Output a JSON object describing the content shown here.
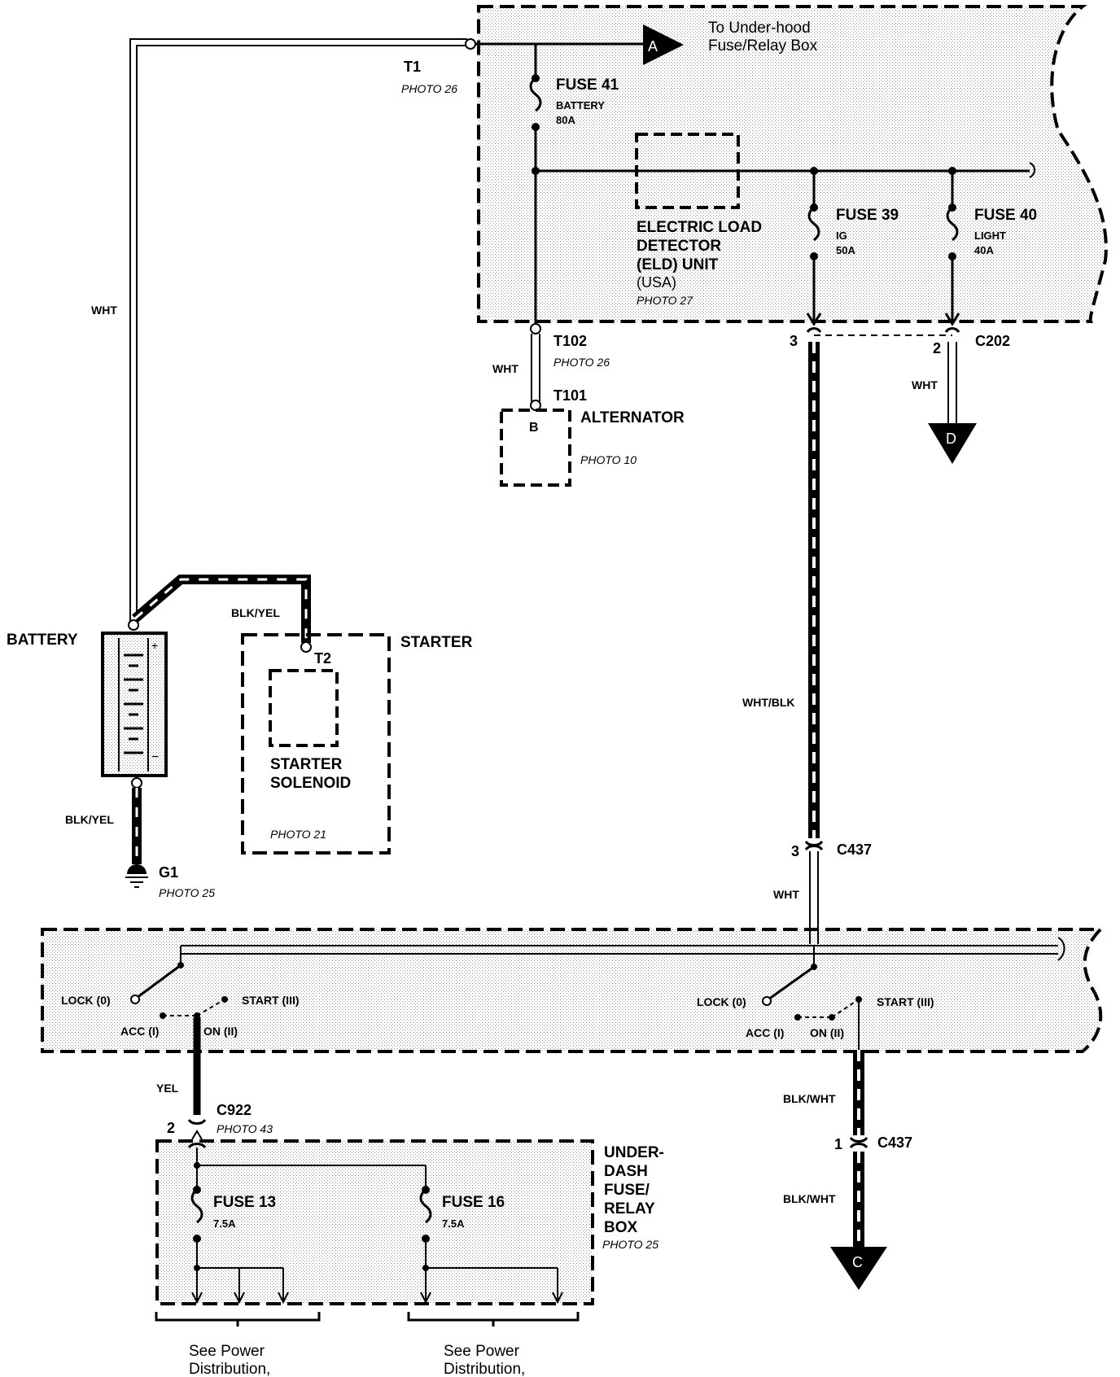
{
  "labels": {
    "connector_a": "A",
    "to_underhood_line1": "To Under-hood",
    "to_underhood_line2": "Fuse/Relay Box",
    "t1": "T1",
    "t1_photo": "PHOTO 26",
    "fuse41": "FUSE 41",
    "fuse41_name": "BATTERY",
    "fuse41_rating": "80A",
    "eld_line1": "ELECTRIC LOAD",
    "eld_line2": "DETECTOR",
    "eld_line3": "(ELD) UNIT",
    "eld_line4": "(USA)",
    "eld_photo": "PHOTO 27",
    "fuse39": "FUSE 39",
    "fuse39_name": "IG",
    "fuse39_rating": "50A",
    "fuse40": "FUSE 40",
    "fuse40_name": "LIGHT",
    "fuse40_rating": "40A",
    "wht_left": "WHT",
    "t102": "T102",
    "t102_photo": "PHOTO 26",
    "wht_alt": "WHT",
    "t101": "T101",
    "alternator": "ALTERNATOR",
    "alt_pin": "B",
    "alt_photo": "PHOTO 10",
    "pin3_c202": "3",
    "pin2_c202": "2",
    "c202": "C202",
    "wht_d": "WHT",
    "connector_d": "D",
    "battery": "BATTERY",
    "blkyel_top": "BLK/YEL",
    "t2": "T2",
    "starter": "STARTER",
    "starter_solenoid1": "STARTER",
    "starter_solenoid2": "SOLENOID",
    "starter_photo": "PHOTO 21",
    "blkyel_bottom": "BLK/YEL",
    "g1": "G1",
    "g1_photo": "PHOTO 25",
    "whtblk": "WHT/BLK",
    "pin3_c437": "3",
    "c437_top": "C437",
    "wht_c437": "WHT",
    "lock_left": "LOCK (0)",
    "start_left": "START (III)",
    "acc_left": "ACC (I)",
    "on_left": "ON (II)",
    "lock_right": "LOCK (0)",
    "start_right": "START (III)",
    "acc_right": "ACC (I)",
    "on_right": "ON (II)",
    "yel": "YEL",
    "c922": "C922",
    "c922_pin": "2",
    "c922_photo": "PHOTO 43",
    "underdash1": "UNDER-",
    "underdash2": "DASH",
    "underdash3": "FUSE/",
    "underdash4": "RELAY",
    "underdash5": "BOX",
    "underdash_photo": "PHOTO 25",
    "fuse13": "FUSE 13",
    "fuse13_rating": "7.5A",
    "fuse16": "FUSE 16",
    "fuse16_rating": "7.5A",
    "blkwht_top": "BLK/WHT",
    "pin1_c437": "1",
    "c437_bottom": "C437",
    "blkwht_bottom": "BLK/WHT",
    "connector_c": "C",
    "see_power_1a": "See Power",
    "see_power_1b": "Distribution,",
    "see_power_2a": "See Power",
    "see_power_2b": "Distribution,"
  }
}
